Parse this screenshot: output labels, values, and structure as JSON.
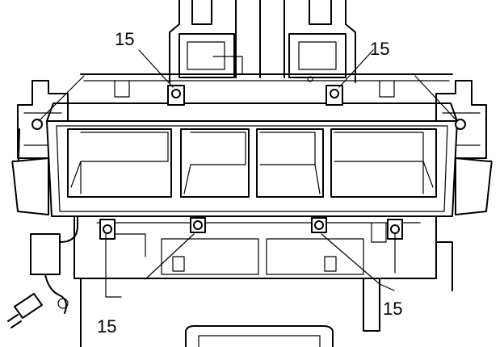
{
  "figure": {
    "callouts": [
      {
        "id": "top-left",
        "label": "15"
      },
      {
        "id": "top-right",
        "label": "15"
      },
      {
        "id": "bottom-left",
        "label": "15"
      },
      {
        "id": "bottom-right",
        "label": "15"
      }
    ],
    "colors": {
      "ink": "#000000",
      "paper": "#ffffff"
    }
  }
}
